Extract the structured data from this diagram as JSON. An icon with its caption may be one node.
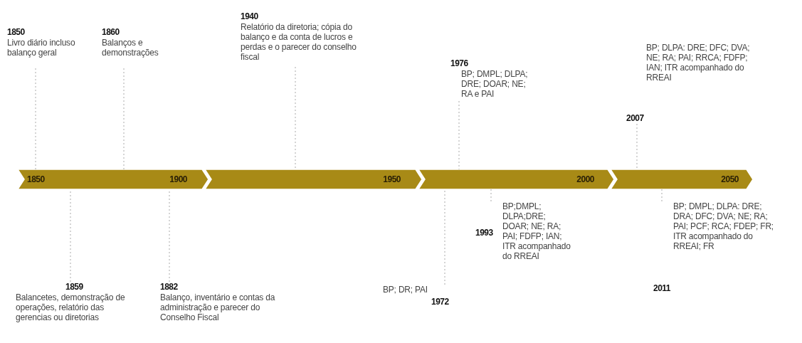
{
  "diagram": {
    "nodes": [
      {
        "text": [
          "1850",
          "1900"
        ]
      },
      {
        "text": [
          "1950"
        ]
      },
      {
        "text": [
          "2000"
        ]
      },
      {
        "text": [
          "2050"
        ]
      },
      {
        "text": [
          "1850",
          "Livro diário incluso balanço geral"
        ]
      },
      {
        "text": [
          "1860",
          "Balanços e demonstrações"
        ]
      },
      {
        "text": [
          "1940",
          "Relatório da diretoria; cópia do balanço e da conta de lucros e perdas e o parecer do conselho fiscal"
        ]
      },
      {
        "text": [
          "1976",
          "BP; DMPL; DLPA; DRE; DOAR; NE; RA e PAI"
        ]
      },
      {
        "text": [
          "BP; DLPA: DRE; DFC; DVA; NE; RA; PAI; RRCA; FDFP; IAN; ITR acompanhado do RREAI",
          "2007"
        ]
      },
      {
        "text": [
          "1859",
          "Balancetes, demonstração de operações, relatório das gerencias ou diretorias"
        ]
      },
      {
        "text": [
          "1882",
          "Balanço, inventário e contas da administração  e parecer do Conselho Fiscal"
        ]
      },
      {
        "text": [
          "BP; DR; PAI",
          "1972"
        ]
      },
      {
        "text": [
          "1993",
          "BP;DMPL; DLPA;DRE; DOAR; NE; RA; PAI; FDFP; IAN; ITR acompanhado do RREAI"
        ]
      },
      {
        "text": [
          "BP; DMPL; DLPA: DRE; DRA; DFC; DVA; NE; RA; PAI; PCF; RCA; FDEP; FR; ITR acompanhado do RREAI; FR",
          "2011"
        ]
      }
    ],
    "edges": [
      {
        "from": 4,
        "to": 0,
        "arrow": "none",
        "style": "dashed"
      },
      {
        "from": 5,
        "to": 0,
        "arrow": "none",
        "style": "dashed"
      },
      {
        "from": 6,
        "to": 1,
        "arrow": "none",
        "style": "dashed"
      },
      {
        "from": 7,
        "to": 2,
        "arrow": "none",
        "style": "dashed"
      },
      {
        "from": 8,
        "to": 3,
        "arrow": "none",
        "style": "dashed"
      },
      {
        "from": 9,
        "to": 0,
        "arrow": "none",
        "style": "dashed"
      },
      {
        "from": 10,
        "to": 0,
        "arrow": "none",
        "style": "dashed"
      },
      {
        "from": 11,
        "to": 2,
        "arrow": "none",
        "style": "dashed"
      },
      {
        "from": 12,
        "to": 2,
        "arrow": "none",
        "style": "dashed"
      },
      {
        "from": 13,
        "to": 3,
        "arrow": "none",
        "style": "dashed"
      }
    ]
  }
}
